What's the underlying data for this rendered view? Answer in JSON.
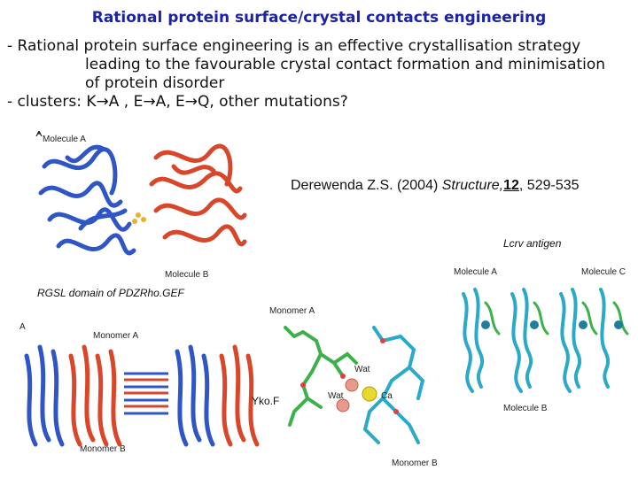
{
  "title": "Rational protein surface/crystal contacts engineering",
  "bullets": {
    "b1_dash": "- ",
    "b1_line1": "Rational protein surface engineering is an effective crystallisation strategy",
    "b1_line2": "leading to the favourable crystal contact formation and minimisation",
    "b1_line3": "of protein disorder",
    "b2_dash": "- ",
    "b2_text": "clusters: K→A , E→A, E→Q, other mutations?"
  },
  "reference": {
    "author": "Derewenda Z.S. (2004) ",
    "journal": "Structure,",
    "volume": "12",
    "pages": ", 529-535"
  },
  "captions": {
    "lcrv": "Lcrv antigen",
    "rgsl": "RGSL domain of PDZRho.GEF",
    "ykof": "Yko.F"
  },
  "figure1": {
    "molecule_a": "Molecule A",
    "molecule_b": "Molecule B"
  },
  "figure2": {
    "panel": "A",
    "monomer_a": "Monomer A",
    "monomer_b": "Monomer B"
  },
  "figure3": {
    "monomer_a": "Monomer A",
    "monomer_b": "Monomer B",
    "wat1": "Wat",
    "wat2": "Wat",
    "ca": "Ca"
  },
  "figure4": {
    "molecule_a": "Molecule A",
    "molecule_c": "Molecule C",
    "molecule_b": "Molecule B"
  },
  "colors": {
    "title": "#1c23a8",
    "blue_protein": "#2f56c4",
    "red_protein": "#d9462a",
    "cyan_protein": "#2aa9c9",
    "green_protein": "#3cb04a"
  }
}
